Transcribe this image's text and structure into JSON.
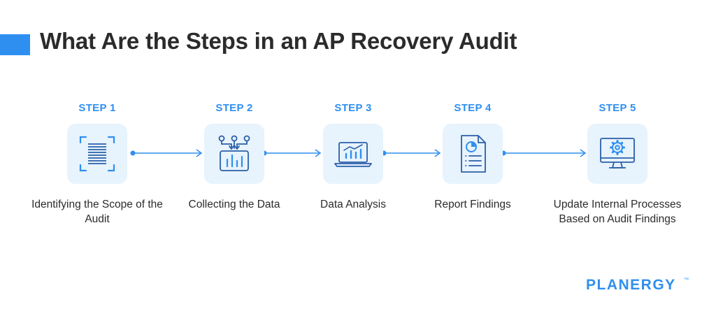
{
  "title": "What Are the Steps in an AP Recovery Audit",
  "steps": [
    {
      "label": "STEP 1",
      "text": "Identifying the Scope of the Audit",
      "icon": "document-scan-icon"
    },
    {
      "label": "STEP 2",
      "text": "Collecting the Data",
      "icon": "data-collection-icon"
    },
    {
      "label": "STEP 3",
      "text": "Data Analysis",
      "icon": "laptop-chart-icon"
    },
    {
      "label": "STEP 4",
      "text": "Report Findings",
      "icon": "report-document-icon"
    },
    {
      "label": "STEP 5",
      "text": "Update Internal Processes Based on Audit Findings",
      "icon": "monitor-gear-icon"
    }
  ],
  "brand": {
    "name": "PLANERGY",
    "trademark": "™"
  },
  "colors": {
    "accent": "#2f8ff0",
    "icon_bg": "#e7f3fd",
    "text": "#2b2b2b"
  }
}
